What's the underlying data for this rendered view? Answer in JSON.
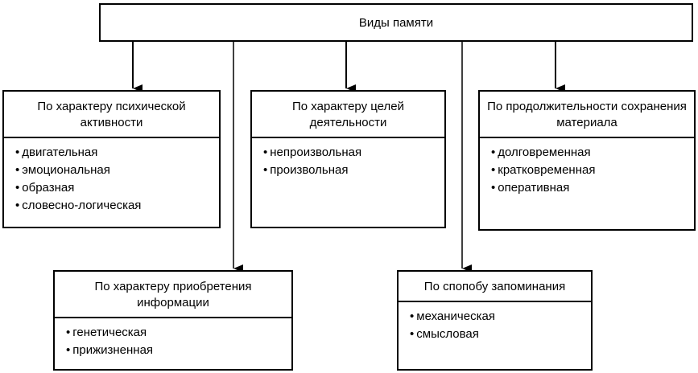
{
  "root": {
    "label": "Виды памяти"
  },
  "categories": [
    {
      "title": "По характеру психической активности",
      "items": [
        "двигательная",
        "эмоциональная",
        "образная",
        "словесно-логическая"
      ]
    },
    {
      "title": "По характеру целей деятельности",
      "items": [
        "непроизвольная",
        "произвольная"
      ]
    },
    {
      "title": "По продолжительности сохранения материала",
      "items": [
        "долговременная",
        "кратковременная",
        "оперативная"
      ]
    },
    {
      "title": "По характеру приобретения информации",
      "items": [
        "генетическая",
        "прижизненная"
      ]
    },
    {
      "title": "По спопобу запоминания",
      "items": [
        "механическая",
        "смысловая"
      ]
    }
  ]
}
